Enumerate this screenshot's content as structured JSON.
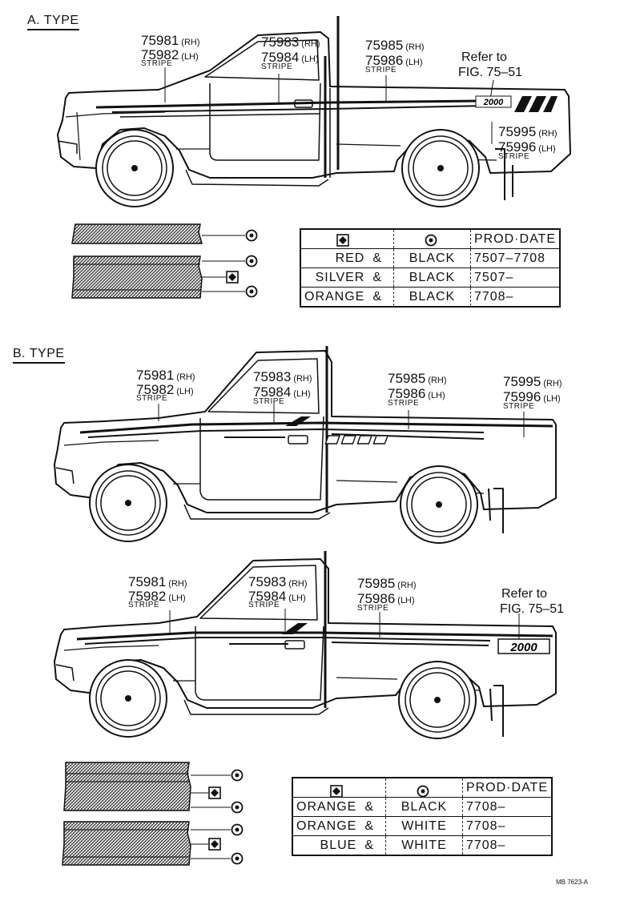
{
  "sections": {
    "a_type": "A. TYPE",
    "b_type": "B. TYPE"
  },
  "stripe_word": "STRIPE",
  "rh": "(RH)",
  "lh": "(LH)",
  "parts": {
    "p75981": "75981",
    "p75982": "75982",
    "p75983": "75983",
    "p75984": "75984",
    "p75985": "75985",
    "p75986": "75986",
    "p75995": "75995",
    "p75996": "75996"
  },
  "refer_to": "Refer to",
  "fig_ref": "FIG. 75–51",
  "badge_text": "2000",
  "drawing_code": "MB 7623-A",
  "legend_icons": {
    "diamond": "diamond-symbol-icon",
    "circle": "dotted-circle-symbol-icon"
  },
  "table_a": {
    "header": {
      "prod_date": "PROD·DATE"
    },
    "rows": [
      {
        "diamond_color": "RED",
        "amp": "&",
        "circle_color": "BLACK",
        "prod_date": "7507–7708"
      },
      {
        "diamond_color": "SILVER",
        "amp": "&",
        "circle_color": "BLACK",
        "prod_date": "7507–"
      },
      {
        "diamond_color": "ORANGE",
        "amp": "&",
        "circle_color": "BLACK",
        "prod_date": "7708–"
      }
    ]
  },
  "table_b": {
    "header": {
      "prod_date": "PROD·DATE"
    },
    "rows": [
      {
        "diamond_color": "ORANGE",
        "amp": "&",
        "circle_color": "BLACK",
        "prod_date": "7708–"
      },
      {
        "diamond_color": "ORANGE",
        "amp": "&",
        "circle_color": "WHITE",
        "prod_date": "7708–"
      },
      {
        "diamond_color": "BLUE",
        "amp": "&",
        "circle_color": "WHITE",
        "prod_date": "7708–"
      }
    ]
  }
}
